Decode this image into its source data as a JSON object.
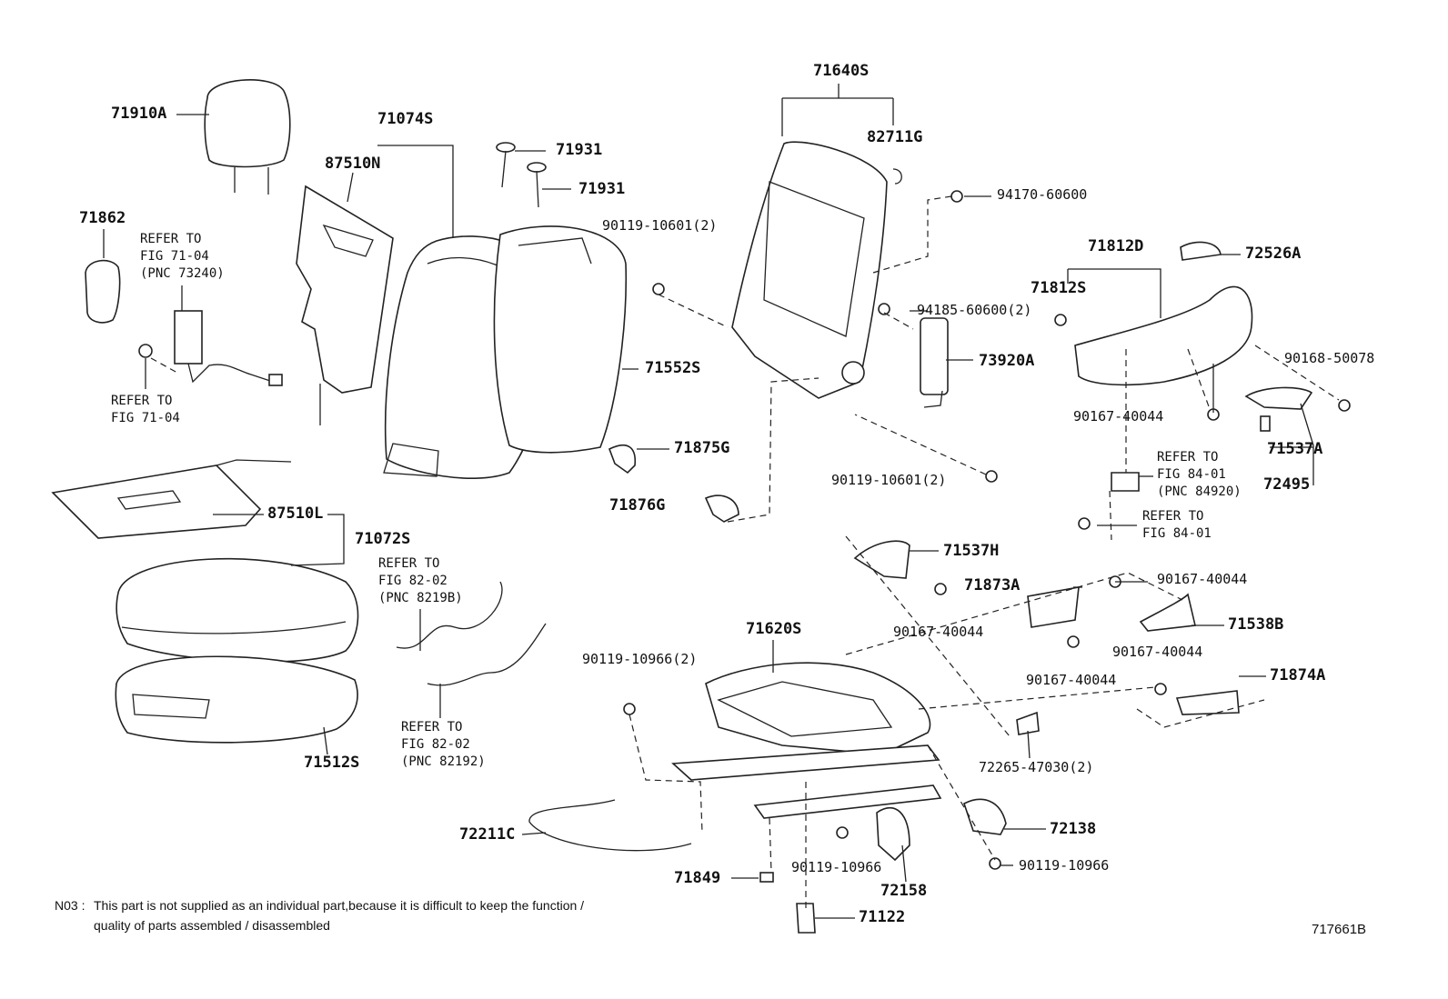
{
  "labels": {
    "p71910A": "71910A",
    "p71074S": "71074S",
    "p87510N": "87510N",
    "p71931a": "71931",
    "p71931b": "71931",
    "p71640S": "71640S",
    "p82711G": "82711G",
    "p94170": "94170-60600",
    "p71862": "71862",
    "p90119_10601a": "90119-10601(2)",
    "p71812D": "71812D",
    "p72526A": "72526A",
    "p71812S": "71812S",
    "p94185": "94185-60600(2)",
    "p71552S": "71552S",
    "p73920A": "73920A",
    "p90168": "90168-50078",
    "p90167_a": "90167-40044",
    "p71537A": "71537A",
    "p72495": "72495",
    "p71875G": "71875G",
    "p90119_10601b": "90119-10601(2)",
    "p71876G": "71876G",
    "p87510L": "87510L",
    "p71072S": "71072S",
    "p71537H": "71537H",
    "p71873A": "71873A",
    "p90167_b": "90167-40044",
    "p90167_c": "90167-40044",
    "p71538B": "71538B",
    "p71620S": "71620S",
    "p90119_10966a": "90119-10966(2)",
    "p90167_d": "90167-40044",
    "p90167_e": "90167-40044",
    "p71874A": "71874A",
    "p71512S": "71512S",
    "p72265": "72265-47030(2)",
    "p72211C": "72211C",
    "p72138": "72138",
    "p90119_10966b": "90119-10966",
    "p90119_10966c": "90119-10966",
    "p71849": "71849",
    "p72158": "72158",
    "p71122": "71122"
  },
  "refs": {
    "ref_71_04_pnc": "REFER TO\nFIG 71-04\n(PNC 73240)",
    "ref_71_04": "REFER TO\nFIG 71-04",
    "ref_82_02_a": "REFER TO\nFIG 82-02\n(PNC 8219B)",
    "ref_82_02_b": "REFER TO\nFIG 82-02\n(PNC 82192)",
    "ref_84_01_pnc": "REFER TO\nFIG 84-01\n(PNC 84920)",
    "ref_84_01": "REFER TO\nFIG 84-01"
  },
  "footnote": {
    "code": "N03 :",
    "line1": "This part is not supplied as an individual part,because it is difficult to keep the function /",
    "line2": "quality of parts assembled / disassembled"
  },
  "figure_id": "717661B"
}
